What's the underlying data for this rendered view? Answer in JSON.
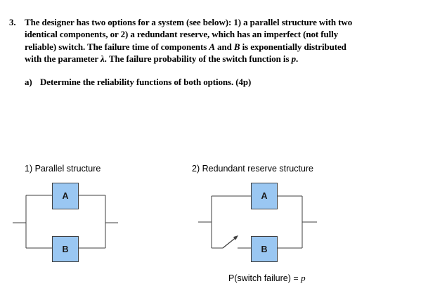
{
  "problem": {
    "number": "3.",
    "line1": "The designer has two options for a system (see below): 1) a parallel structure with two",
    "line2": "identical components, or 2) a redundant reserve, which has an imperfect (not fully",
    "line3": {
      "pre": "reliable) switch. The failure time of components ",
      "var1": "A",
      "mid": " and ",
      "var2": "B",
      "post": " is exponentially distributed"
    },
    "line4": {
      "pre": "with the parameter ",
      "var1": "λ",
      "mid": ". The failure probability of the switch function is ",
      "var2": "p",
      "post": "."
    },
    "sub": {
      "label": "a)",
      "text": "Determine the reliability functions of both options. (4p)"
    }
  },
  "diagram1": {
    "title": "1) Parallel structure",
    "componentA": "A",
    "componentB": "B"
  },
  "diagram2": {
    "title": "2) Redundant reserve structure",
    "componentA": "A",
    "componentB": "B",
    "caption": {
      "pre": "P(switch failure) = ",
      "var": "p"
    }
  },
  "colors": {
    "component_fill": "#9AC7F2",
    "component_border": "#3F3F3F",
    "wire": "#3F3F3F",
    "text": "#000000"
  }
}
